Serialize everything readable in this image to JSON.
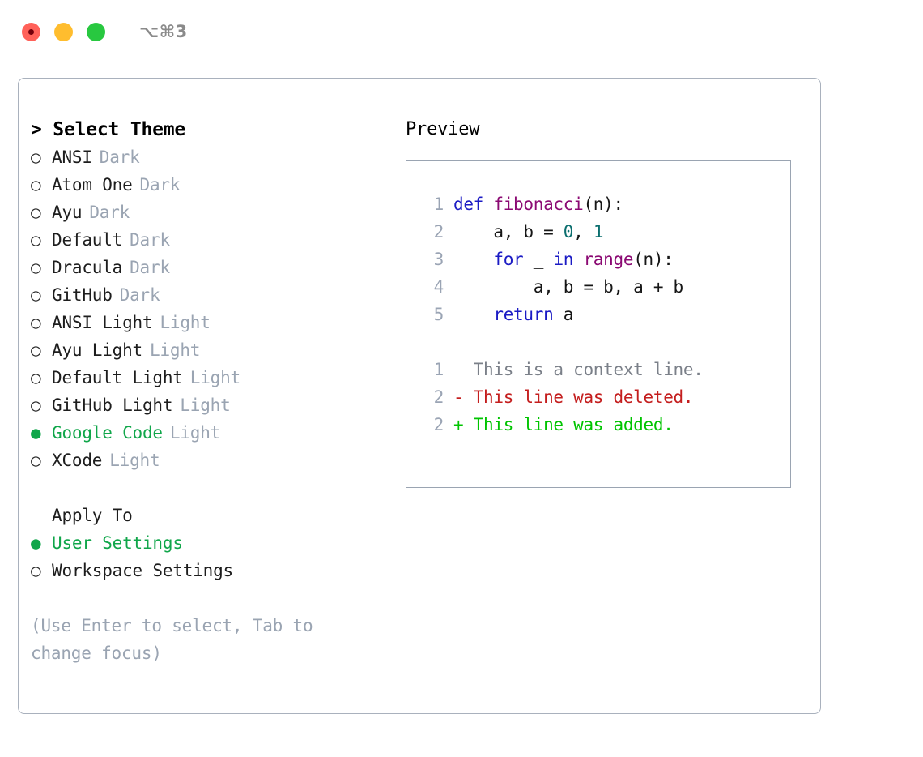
{
  "titlebar": {
    "shortcut": "⌥⌘3",
    "buttons": [
      {
        "name": "close",
        "color": "#ff6159"
      },
      {
        "name": "minimize",
        "color": "#ffbd2e"
      },
      {
        "name": "maximize",
        "color": "#28c840"
      }
    ]
  },
  "theme_picker": {
    "header": "> Select Theme",
    "marker_unselected": "○",
    "marker_selected": "●",
    "options": [
      {
        "label": "ANSI",
        "variant": "Dark",
        "selected": false
      },
      {
        "label": "Atom One",
        "variant": "Dark",
        "selected": false
      },
      {
        "label": "Ayu",
        "variant": "Dark",
        "selected": false
      },
      {
        "label": "Default",
        "variant": "Dark",
        "selected": false
      },
      {
        "label": "Dracula",
        "variant": "Dark",
        "selected": false
      },
      {
        "label": "GitHub",
        "variant": "Dark",
        "selected": false
      },
      {
        "label": "ANSI Light",
        "variant": "Light",
        "selected": false
      },
      {
        "label": "Ayu Light",
        "variant": "Light",
        "selected": false
      },
      {
        "label": "Default Light",
        "variant": "Light",
        "selected": false
      },
      {
        "label": "GitHub Light",
        "variant": "Light",
        "selected": false
      },
      {
        "label": "Google Code",
        "variant": "Light",
        "selected": true
      },
      {
        "label": "XCode",
        "variant": "Light",
        "selected": false
      }
    ]
  },
  "apply_to": {
    "header": "Apply To",
    "options": [
      {
        "label": "User Settings",
        "selected": true
      },
      {
        "label": "Workspace Settings",
        "selected": false
      }
    ]
  },
  "hint": "(Use Enter to select, Tab to change focus)",
  "preview": {
    "title": "Preview",
    "code_lines": [
      {
        "no": "1",
        "tokens": [
          {
            "t": "def ",
            "c": "kw"
          },
          {
            "t": "fibonacci",
            "c": "fn"
          },
          {
            "t": "(n):",
            "c": "plain"
          }
        ]
      },
      {
        "no": "2",
        "tokens": [
          {
            "t": "    a, b = ",
            "c": "plain"
          },
          {
            "t": "0",
            "c": "num"
          },
          {
            "t": ", ",
            "c": "plain"
          },
          {
            "t": "1",
            "c": "num"
          }
        ]
      },
      {
        "no": "3",
        "tokens": [
          {
            "t": "    ",
            "c": "plain"
          },
          {
            "t": "for",
            "c": "kw"
          },
          {
            "t": " _ ",
            "c": "plain"
          },
          {
            "t": "in",
            "c": "kw"
          },
          {
            "t": " ",
            "c": "plain"
          },
          {
            "t": "range",
            "c": "fn"
          },
          {
            "t": "(n):",
            "c": "plain"
          }
        ]
      },
      {
        "no": "4",
        "tokens": [
          {
            "t": "        a, b = b, a + b",
            "c": "plain"
          }
        ]
      },
      {
        "no": "5",
        "tokens": [
          {
            "t": "    ",
            "c": "plain"
          },
          {
            "t": "return",
            "c": "kw"
          },
          {
            "t": " a",
            "c": "plain"
          }
        ]
      }
    ],
    "diff_lines": [
      {
        "no": "1",
        "sign": " ",
        "text": " This is a context line.",
        "kind": "ctx"
      },
      {
        "no": "2",
        "sign": "-",
        "text": " This line was deleted.",
        "kind": "del"
      },
      {
        "no": "2",
        "sign": "+",
        "text": " This line was added.",
        "kind": "add"
      }
    ]
  },
  "colors": {
    "accent_green": "#10a64a",
    "muted": "#9aa4b2",
    "keyword": "#1b1bc4",
    "function": "#8b0a73",
    "number": "#0b6e6e",
    "diff_add": "#00c400",
    "diff_del": "#c41e1e",
    "border": "#a9b1bd"
  }
}
